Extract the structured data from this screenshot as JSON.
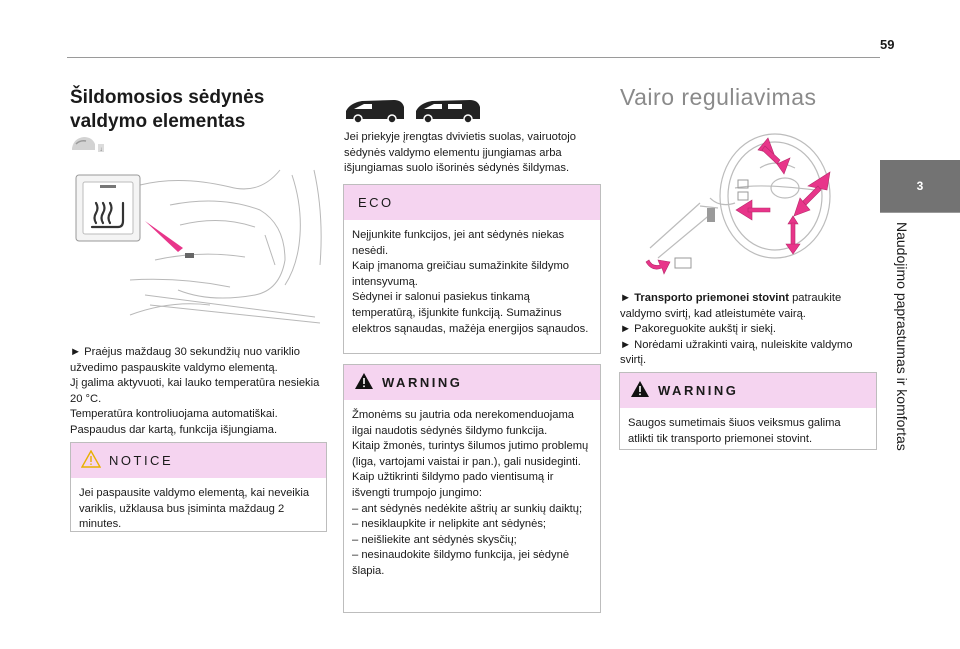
{
  "page_number": "59",
  "side_tab": {
    "number": "3",
    "section": "Naudojimo paprastumas ir komfortas"
  },
  "left": {
    "title": "Šildomosios sėdynės valdymo elementas",
    "steps": [
      "► Praėjus maždaug 30 sekundžių nuo variklio užvedimo paspauskite valdymo elementą.",
      "Jį galima aktyvuoti, kai lauko temperatūra nesiekia 20 °C.",
      "Temperatūra kontroliuojama automatiškai.",
      "Paspaudus dar kartą, funkcija išjungiama."
    ],
    "notice": {
      "label": "NOTICE",
      "text": "Jei paspausite valdymo elementą, kai neveikia variklis, užklausa bus įsiminta maždaug 2 minutes."
    }
  },
  "middle": {
    "intro": "Jei priekyje įrengtas dvivietis suolas, vairuotojo sėdynės valdymo elementu įjungiamas arba išjungiamas suolo išorinės sėdynės šildymas.",
    "eco": {
      "label": "ECO",
      "lines": [
        "Neįjunkite funkcijos, jei ant sėdynės niekas nesėdi.",
        "Kaip įmanoma greičiau sumažinkite šildymo intensyvumą.",
        "Sėdynei ir salonui pasiekus tinkamą temperatūrą, išjunkite funkciją. Sumažinus elektros sąnaudas, mažėja energijos sąnaudos."
      ]
    },
    "warning": {
      "label": "WARNING",
      "lines": [
        "Žmonėms su jautria oda nerekomenduojama ilgai naudotis sėdynės šildymo funkcija.",
        "Kitaip žmonės, turintys šilumos jutimo problemų (liga, vartojami vaistai ir pan.), gali nusideginti.",
        "Kaip užtikrinti šildymo pado vientisumą ir išvengti trumpojo jungimo:",
        "– ant sėdynės nedėkite aštrių ar sunkių daiktų;",
        "– nesiklaupkite ir nelipkite ant sėdynės;",
        "– neišliekite ant sėdynės skysčių;",
        "– nesinaudokite šildymo funkcija, jei sėdynė šlapia."
      ]
    }
  },
  "right": {
    "title": "Vairo reguliavimas",
    "step1_bold": "Transporto priemonei stovint",
    "step1_rest": " patraukite valdymo svirtį, kad atleistumėte vairą.",
    "step2": "► Pakoreguokite aukštį ir siekį.",
    "step3": "► Norėdami užrakinti vairą, nuleiskite valdymo svirtį.",
    "warning": {
      "label": "WARNING",
      "text": "Saugos sumetimais šiuos veiksmus galima atlikti tik transporto priemonei stovint."
    }
  },
  "colors": {
    "accent_pink": "#e8358a",
    "box_pink": "#f5d4f0",
    "tab_gray": "#737373"
  }
}
